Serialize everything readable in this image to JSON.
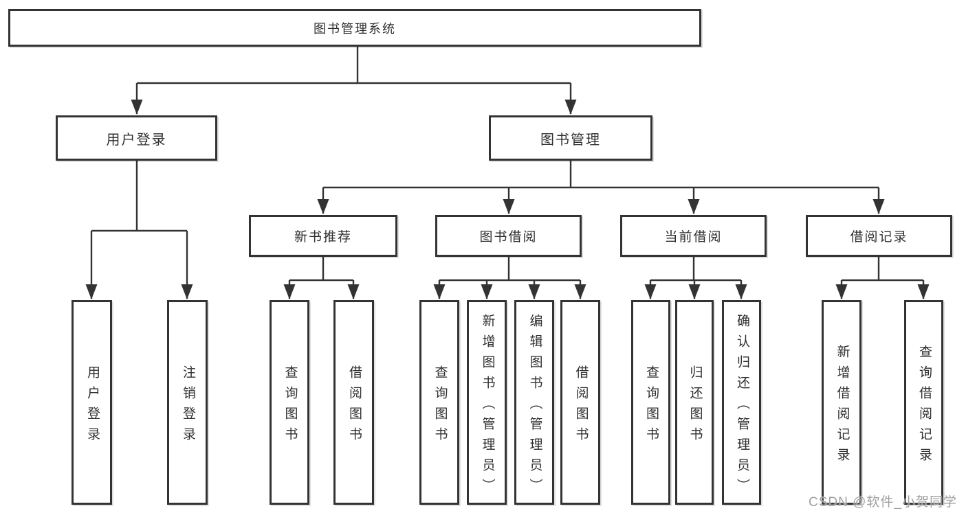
{
  "nodes": {
    "root": "图书管理系统",
    "user_login": "用户登录",
    "book_management": "图书管理",
    "new_book_recommend": "新书推荐",
    "book_borrow": "图书借阅",
    "current_borrow": "当前借阅",
    "borrow_records": "借阅记录",
    "user_login_children": [
      "用户登录",
      "注销登录"
    ],
    "new_book_children": [
      "查询图书",
      "借阅图书"
    ],
    "book_borrow_children": [
      "查询图书",
      "新增图书（管理员）",
      "编辑图书（管理员）",
      "借阅图书"
    ],
    "current_borrow_children": [
      "查询图书",
      "归还图书",
      "确认归还（管理员）"
    ],
    "borrow_records_children": [
      "新增借阅记录",
      "查询借阅记录"
    ]
  },
  "watermark": "CSDN @软件_小贺同学",
  "colors": {
    "line": "#333333",
    "box_border": "#333333",
    "box_background": "#ffffff",
    "text": "#2f2f2f",
    "watermark": "#9f9f9f",
    "background": "#ffffff"
  }
}
